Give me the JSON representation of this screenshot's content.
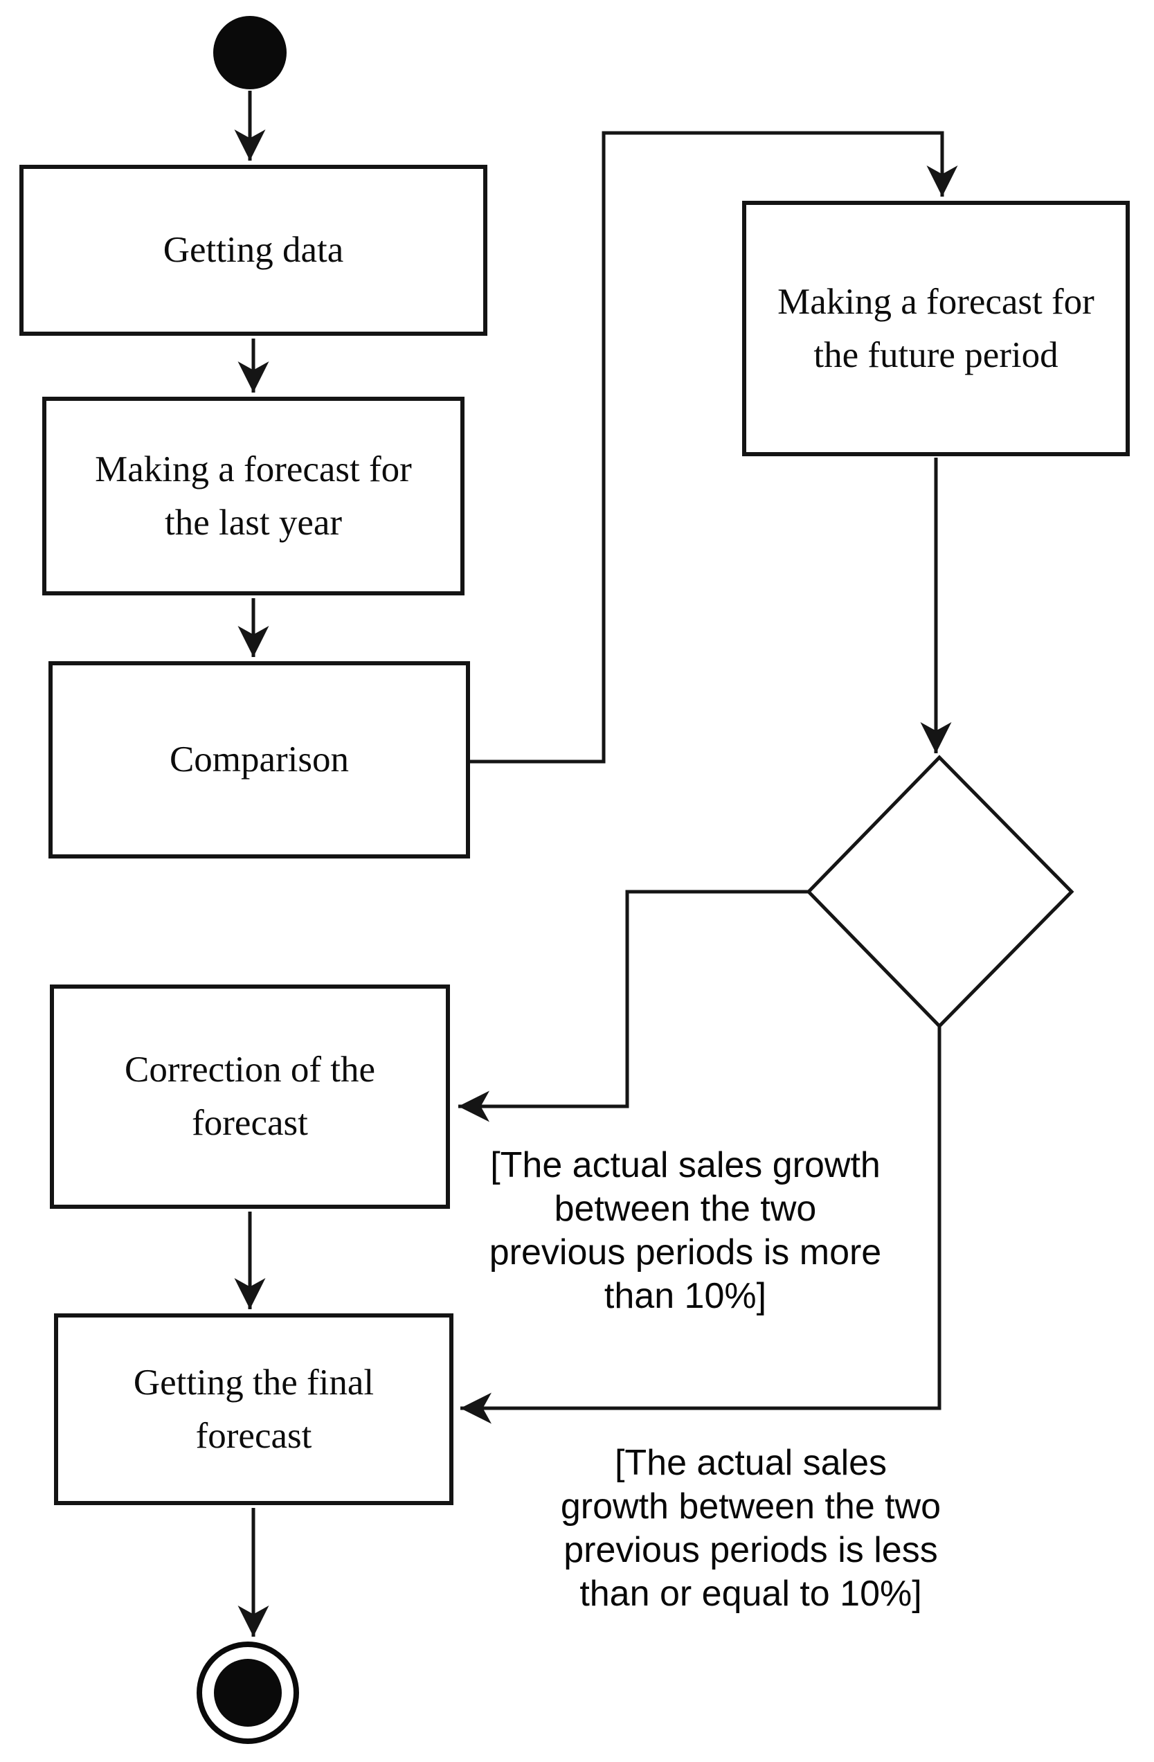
{
  "diagram": {
    "type": "uml-activity-diagram",
    "colors": {
      "line": "#151515",
      "background": "#ffffff",
      "node_fill": "#ffffff",
      "text": "#0c0c0c"
    },
    "nodes": {
      "start": {
        "kind": "initial-node"
      },
      "getting_data": {
        "label": "Getting data"
      },
      "forecast_last_year": {
        "label": "Making a forecast for\nthe last year"
      },
      "comparison": {
        "label": "Comparison"
      },
      "forecast_future": {
        "label": "Making a forecast for\nthe future period"
      },
      "decision": {
        "kind": "decision-diamond"
      },
      "correction": {
        "label": "Correction of the\nforecast"
      },
      "final_forecast": {
        "label": "Getting the final\nforecast"
      },
      "end": {
        "kind": "final-node"
      }
    },
    "guards": {
      "more_than_10": "[The actual sales growth\nbetween the two\nprevious periods is more\nthan 10%]",
      "less_equal_10": "[The actual sales\ngrowth between the two\nprevious periods is less\nthan or equal to 10%]"
    },
    "edges": [
      {
        "from": "start",
        "to": "getting_data"
      },
      {
        "from": "getting_data",
        "to": "forecast_last_year"
      },
      {
        "from": "forecast_last_year",
        "to": "comparison"
      },
      {
        "from": "comparison",
        "to": "forecast_future"
      },
      {
        "from": "forecast_future",
        "to": "decision"
      },
      {
        "from": "decision",
        "to": "correction",
        "guard": "more_than_10"
      },
      {
        "from": "decision",
        "to": "final_forecast",
        "guard": "less_equal_10"
      },
      {
        "from": "correction",
        "to": "final_forecast"
      },
      {
        "from": "final_forecast",
        "to": "end"
      }
    ]
  }
}
